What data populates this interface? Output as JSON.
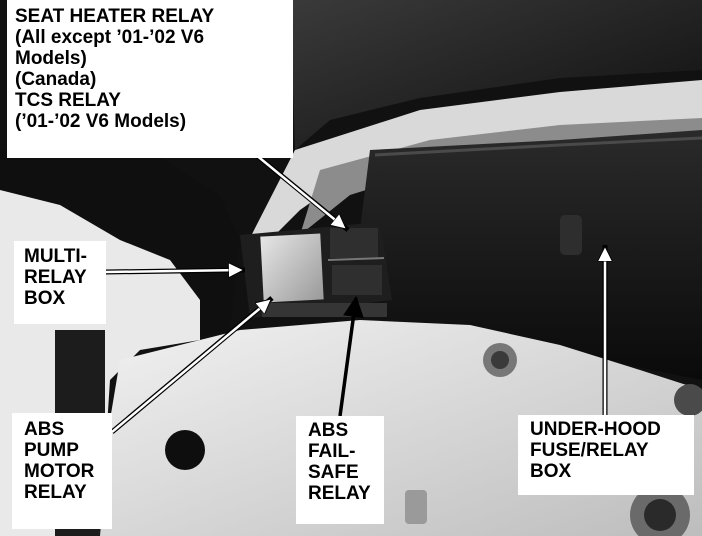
{
  "labels": {
    "seat_heater_relay": {
      "lines": [
        "SEAT HEATER RELAY",
        "(All except ’01-’02 V6",
        "Models)",
        "(Canada)",
        "TCS RELAY",
        "(’01-’02 V6 Models)"
      ]
    },
    "multi_relay_box": {
      "lines": [
        "MULTI-",
        "RELAY",
        "BOX"
      ]
    },
    "abs_pump_motor_relay": {
      "lines": [
        "ABS",
        "PUMP",
        "MOTOR",
        "RELAY"
      ]
    },
    "abs_fail_safe_relay": {
      "lines": [
        "ABS",
        "FAIL-",
        "SAFE",
        "RELAY"
      ]
    },
    "under_hood_fuse_relay_box": {
      "lines": [
        "UNDER-HOOD",
        "FUSE/RELAY",
        "BOX"
      ]
    }
  }
}
